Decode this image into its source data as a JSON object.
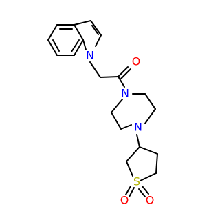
{
  "molecule": {
    "colors": {
      "bond": "#000000",
      "nitrogen": "#0000ff",
      "oxygen": "#ff0000",
      "sulfur": "#b2b200",
      "background": "#ffffff"
    },
    "atoms": {
      "indole_n": {
        "label": "N",
        "element": "nitrogen"
      },
      "carbonyl_o": {
        "label": "O",
        "element": "oxygen"
      },
      "piperazine_n_top": {
        "label": "N",
        "element": "nitrogen"
      },
      "piperazine_n_bottom": {
        "label": "N",
        "element": "nitrogen"
      },
      "sulfone_s": {
        "label": "S",
        "element": "sulfur"
      },
      "sulfone_o_left": {
        "label": "O",
        "element": "oxygen"
      },
      "sulfone_o_right": {
        "label": "O",
        "element": "oxygen"
      }
    }
  }
}
